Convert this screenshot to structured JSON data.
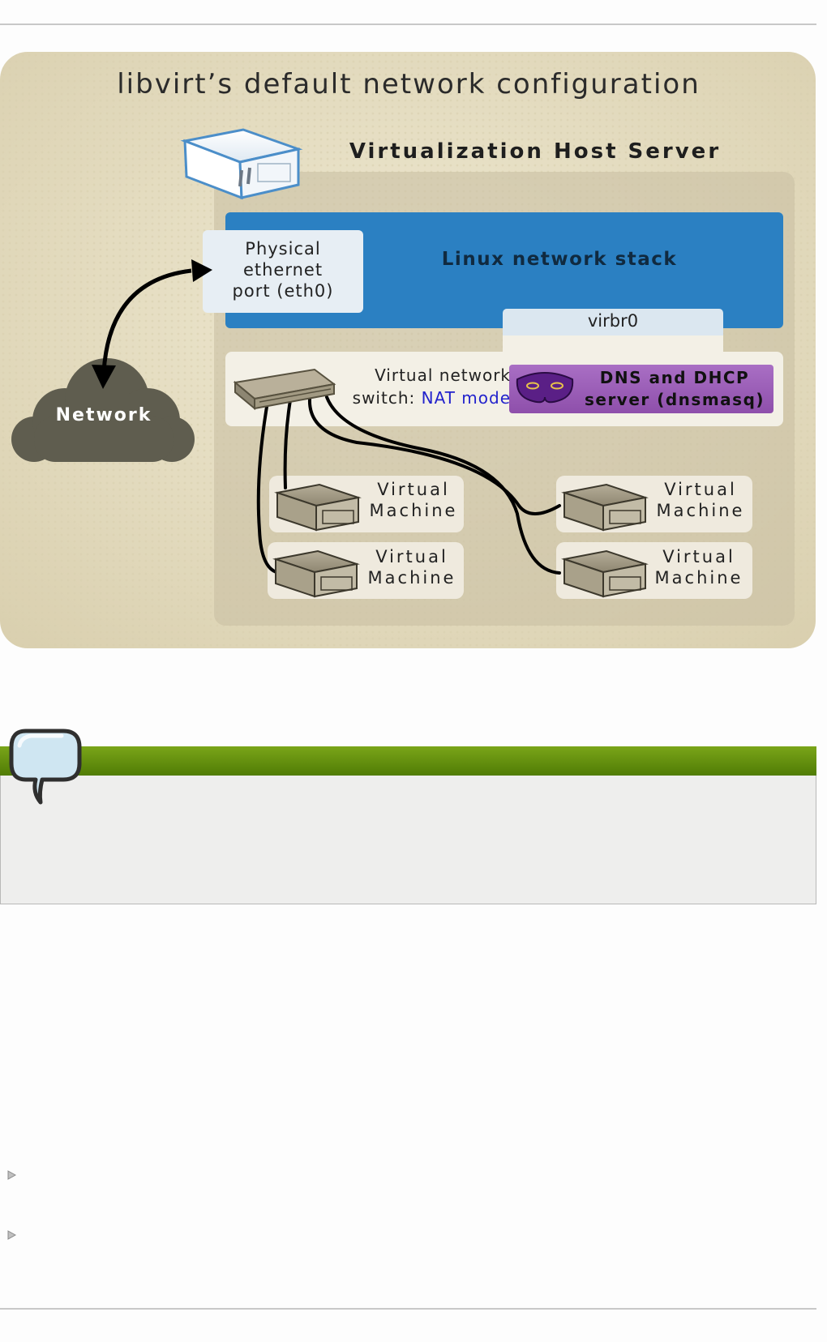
{
  "diagram": {
    "title": "libvirt’s default network configuration",
    "host_label": "Virtualization Host Server",
    "stack_label": "Linux network stack",
    "physical_port": [
      "Physical",
      "ethernet",
      "port (eth0)"
    ],
    "bridge_label": "virbr0",
    "switch_label_line1": "Virtual network",
    "switch_label_prefix": "switch: ",
    "switch_mode": "NAT mode",
    "dns_lines": [
      "DNS and DHCP",
      "server (dnsmasq)"
    ],
    "network_label": "Network",
    "vm_label": [
      "Virtual",
      "Machine"
    ]
  },
  "colors": {
    "panel_bg": "#e6dfc2",
    "stack_blue": "#2b80c2",
    "dns_purple": "#9b59b6",
    "note_green": "#5d8a0b",
    "nat_mode_text": "#2222cc"
  },
  "icons": [
    "server-icon",
    "switch-icon",
    "cloud-icon",
    "mask-icon",
    "speech-bubble-icon",
    "bullet-arrow-icon"
  ]
}
